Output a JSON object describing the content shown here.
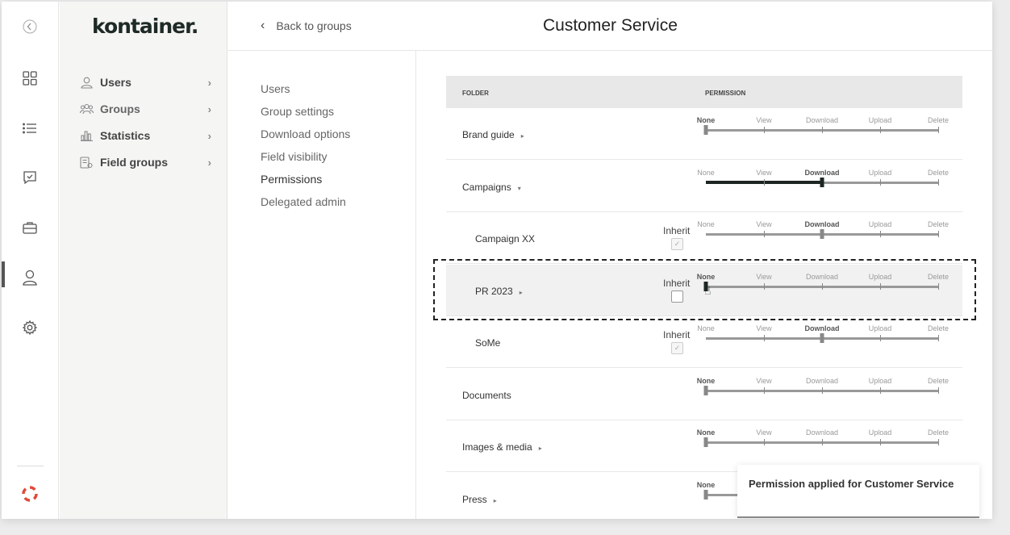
{
  "app": {
    "logo": "kontainer."
  },
  "rail": {
    "icons": [
      "collapse-icon",
      "grid-icon",
      "list-icon",
      "chat-check-icon",
      "briefcase-icon",
      "user-icon",
      "gear-icon",
      "lifebuoy-icon"
    ]
  },
  "sidebar": {
    "items": [
      {
        "label": "Users",
        "icon": "user-icon"
      },
      {
        "label": "Groups",
        "icon": "users-group-icon"
      },
      {
        "label": "Statistics",
        "icon": "bar-chart-icon"
      },
      {
        "label": "Field groups",
        "icon": "field-groups-icon"
      }
    ]
  },
  "header": {
    "back_label": "Back to groups",
    "title": "Customer Service"
  },
  "subnav": {
    "items": [
      "Users",
      "Group settings",
      "Download options",
      "Field visibility",
      "Permissions",
      "Delegated admin"
    ],
    "active": "Permissions"
  },
  "table": {
    "col_folder": "FOLDER",
    "col_permission": "PERMISSION",
    "levels": [
      "None",
      "View",
      "Download",
      "Upload",
      "Delete"
    ],
    "inherit_label": "Inherit",
    "rows": [
      {
        "name": "Brand guide",
        "expander": "▸",
        "level": 0,
        "indent": false
      },
      {
        "name": "Campaigns",
        "expander": "▾",
        "level": 2,
        "indent": false,
        "dark": true
      },
      {
        "name": "Campaign XX",
        "expander": "",
        "level": 2,
        "indent": true,
        "inherit": true,
        "checked": true
      },
      {
        "name": "PR 2023",
        "expander": "▸",
        "level": 0,
        "indent": true,
        "inherit": true,
        "checked": false,
        "highlight": true
      },
      {
        "name": "SoMe",
        "expander": "",
        "level": 2,
        "indent": true,
        "inherit": true,
        "checked": true
      },
      {
        "name": "Documents",
        "expander": "",
        "level": 0,
        "indent": false
      },
      {
        "name": "Images & media",
        "expander": "▸",
        "level": 0,
        "indent": false
      },
      {
        "name": "Press",
        "expander": "▸",
        "level": 0,
        "indent": false
      }
    ]
  },
  "toast": {
    "message": "Permission applied for Customer Service"
  }
}
